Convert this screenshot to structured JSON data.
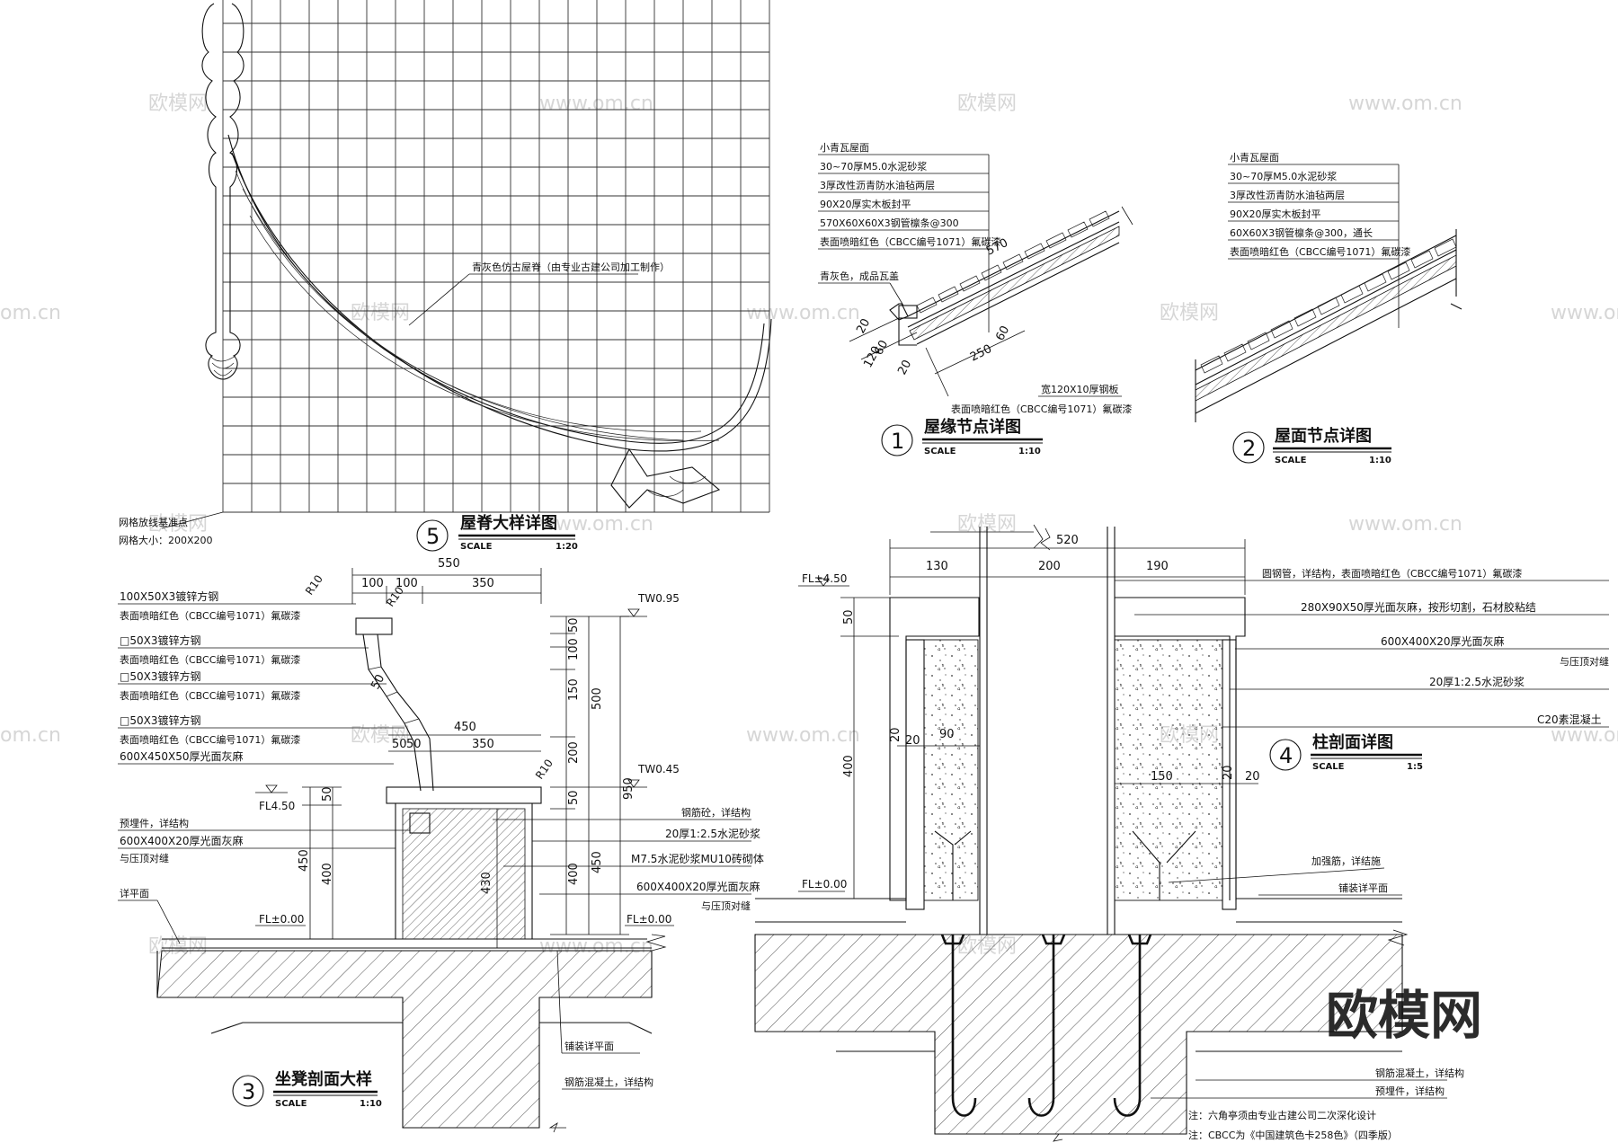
{
  "watermark": {
    "brand": "欧模网",
    "site": "www.om.cn",
    "edge": "om.cn"
  },
  "details": {
    "d1": {
      "num": "1",
      "title": "屋缘节点详图",
      "scale_label": "SCALE",
      "scale": "1:10",
      "notes": [
        "小青瓦屋面",
        "30~70厚M5.0水泥砂浆",
        "3厚改性沥青防水油毡两层",
        "90X20厚实木板封平",
        "570X60X60X3钢管檩条@300",
        "表面喷暗红色（CBCC编号1071）氟碳漆"
      ],
      "note_tile": "青灰色，成品瓦盖",
      "note_plate": "宽120X10厚钢板",
      "note_paint": "表面喷暗红色（CBCC编号1071）氟碳漆",
      "dims": [
        "570",
        "60",
        "250",
        "20",
        "60",
        "120",
        "20"
      ]
    },
    "d2": {
      "num": "2",
      "title": "屋面节点详图",
      "scale_label": "SCALE",
      "scale": "1:10",
      "notes": [
        "小青瓦屋面",
        "30~70厚M5.0水泥砂浆",
        "3厚改性沥青防水油毡两层",
        "90X20厚实木板封平",
        "60X60X3钢管檩条@300，通长",
        "表面喷暗红色（CBCC编号1071）氟碳漆"
      ]
    },
    "d3": {
      "num": "3",
      "title": "坐凳剖面大样",
      "scale_label": "SCALE",
      "scale": "1:10",
      "left_notes": [
        "100X50X3镀锌方钢",
        "表面喷暗红色（CBCC编号1071）氟碳漆",
        "□50X3镀锌方钢",
        "表面喷暗红色（CBCC编号1071）氟碳漆",
        "□50X3镀锌方钢",
        "表面喷暗红色（CBCC编号1071）氟碳漆",
        "□50X3镀锌方钢",
        "表面喷暗红色（CBCC编号1071）氟碳漆",
        "600X450X50厚光面灰麻",
        "预埋件，详结构",
        "600X400X20厚光面灰麻",
        "与压顶对缝",
        "详平面"
      ],
      "right_notes": [
        "钢筋砼，详结构",
        "20厚1:2.5水泥砂浆",
        "M7.5水泥砂浆MU10砖砌体",
        "600X400X20厚光面灰麻",
        "与压顶对缝"
      ],
      "bottom_notes": [
        "铺装详平面",
        "钢筋混凝土，详结构"
      ],
      "levels": [
        "TW0.95",
        "TW0.45",
        "FL4.50",
        "FL±0.00",
        "FL±0.00"
      ],
      "dims_h": [
        "550",
        "100",
        "100",
        "350",
        "450",
        "50",
        "50",
        "350"
      ],
      "dims_v": [
        "50",
        "100",
        "150",
        "500",
        "200",
        "50",
        "950",
        "400",
        "450",
        "50",
        "400",
        "450",
        "430"
      ],
      "radius": [
        "R10",
        "R10",
        "R10"
      ]
    },
    "d4": {
      "num": "4",
      "title": "柱剖面详图",
      "scale_label": "SCALE",
      "scale": "1:5",
      "notes": [
        "圆钢管，详结构，表面喷暗红色（CBCC编号1071）氟碳漆",
        "280X90X50厚光面灰麻，按形切割，石材胶粘结",
        "600X400X20厚光面灰麻",
        "与压顶对缝",
        "20厚1:2.5水泥砂浆",
        "C20素混凝土",
        "加强筋，详结施",
        "铺装详平面",
        "钢筋混凝土，详结构",
        "预埋件，详结构"
      ],
      "levels": [
        "FL±4.50",
        "FL±0.00"
      ],
      "dims": [
        "520",
        "130",
        "200",
        "190",
        "50",
        "400",
        "20",
        "20",
        "90",
        "150",
        "20",
        "20"
      ],
      "footnotes": [
        "注：六角亭须由专业古建公司二次深化设计",
        "注：CBCC为《中国建筑色卡258色》（四季版）"
      ]
    },
    "d5": {
      "num": "5",
      "title": "屋脊大样详图",
      "scale_label": "SCALE",
      "scale": "1:20",
      "note": "青灰色仿古屋脊（由专业古建公司加工制作）",
      "grid_notes": [
        "网格放线基准点",
        "网格大小：200X200"
      ]
    }
  }
}
